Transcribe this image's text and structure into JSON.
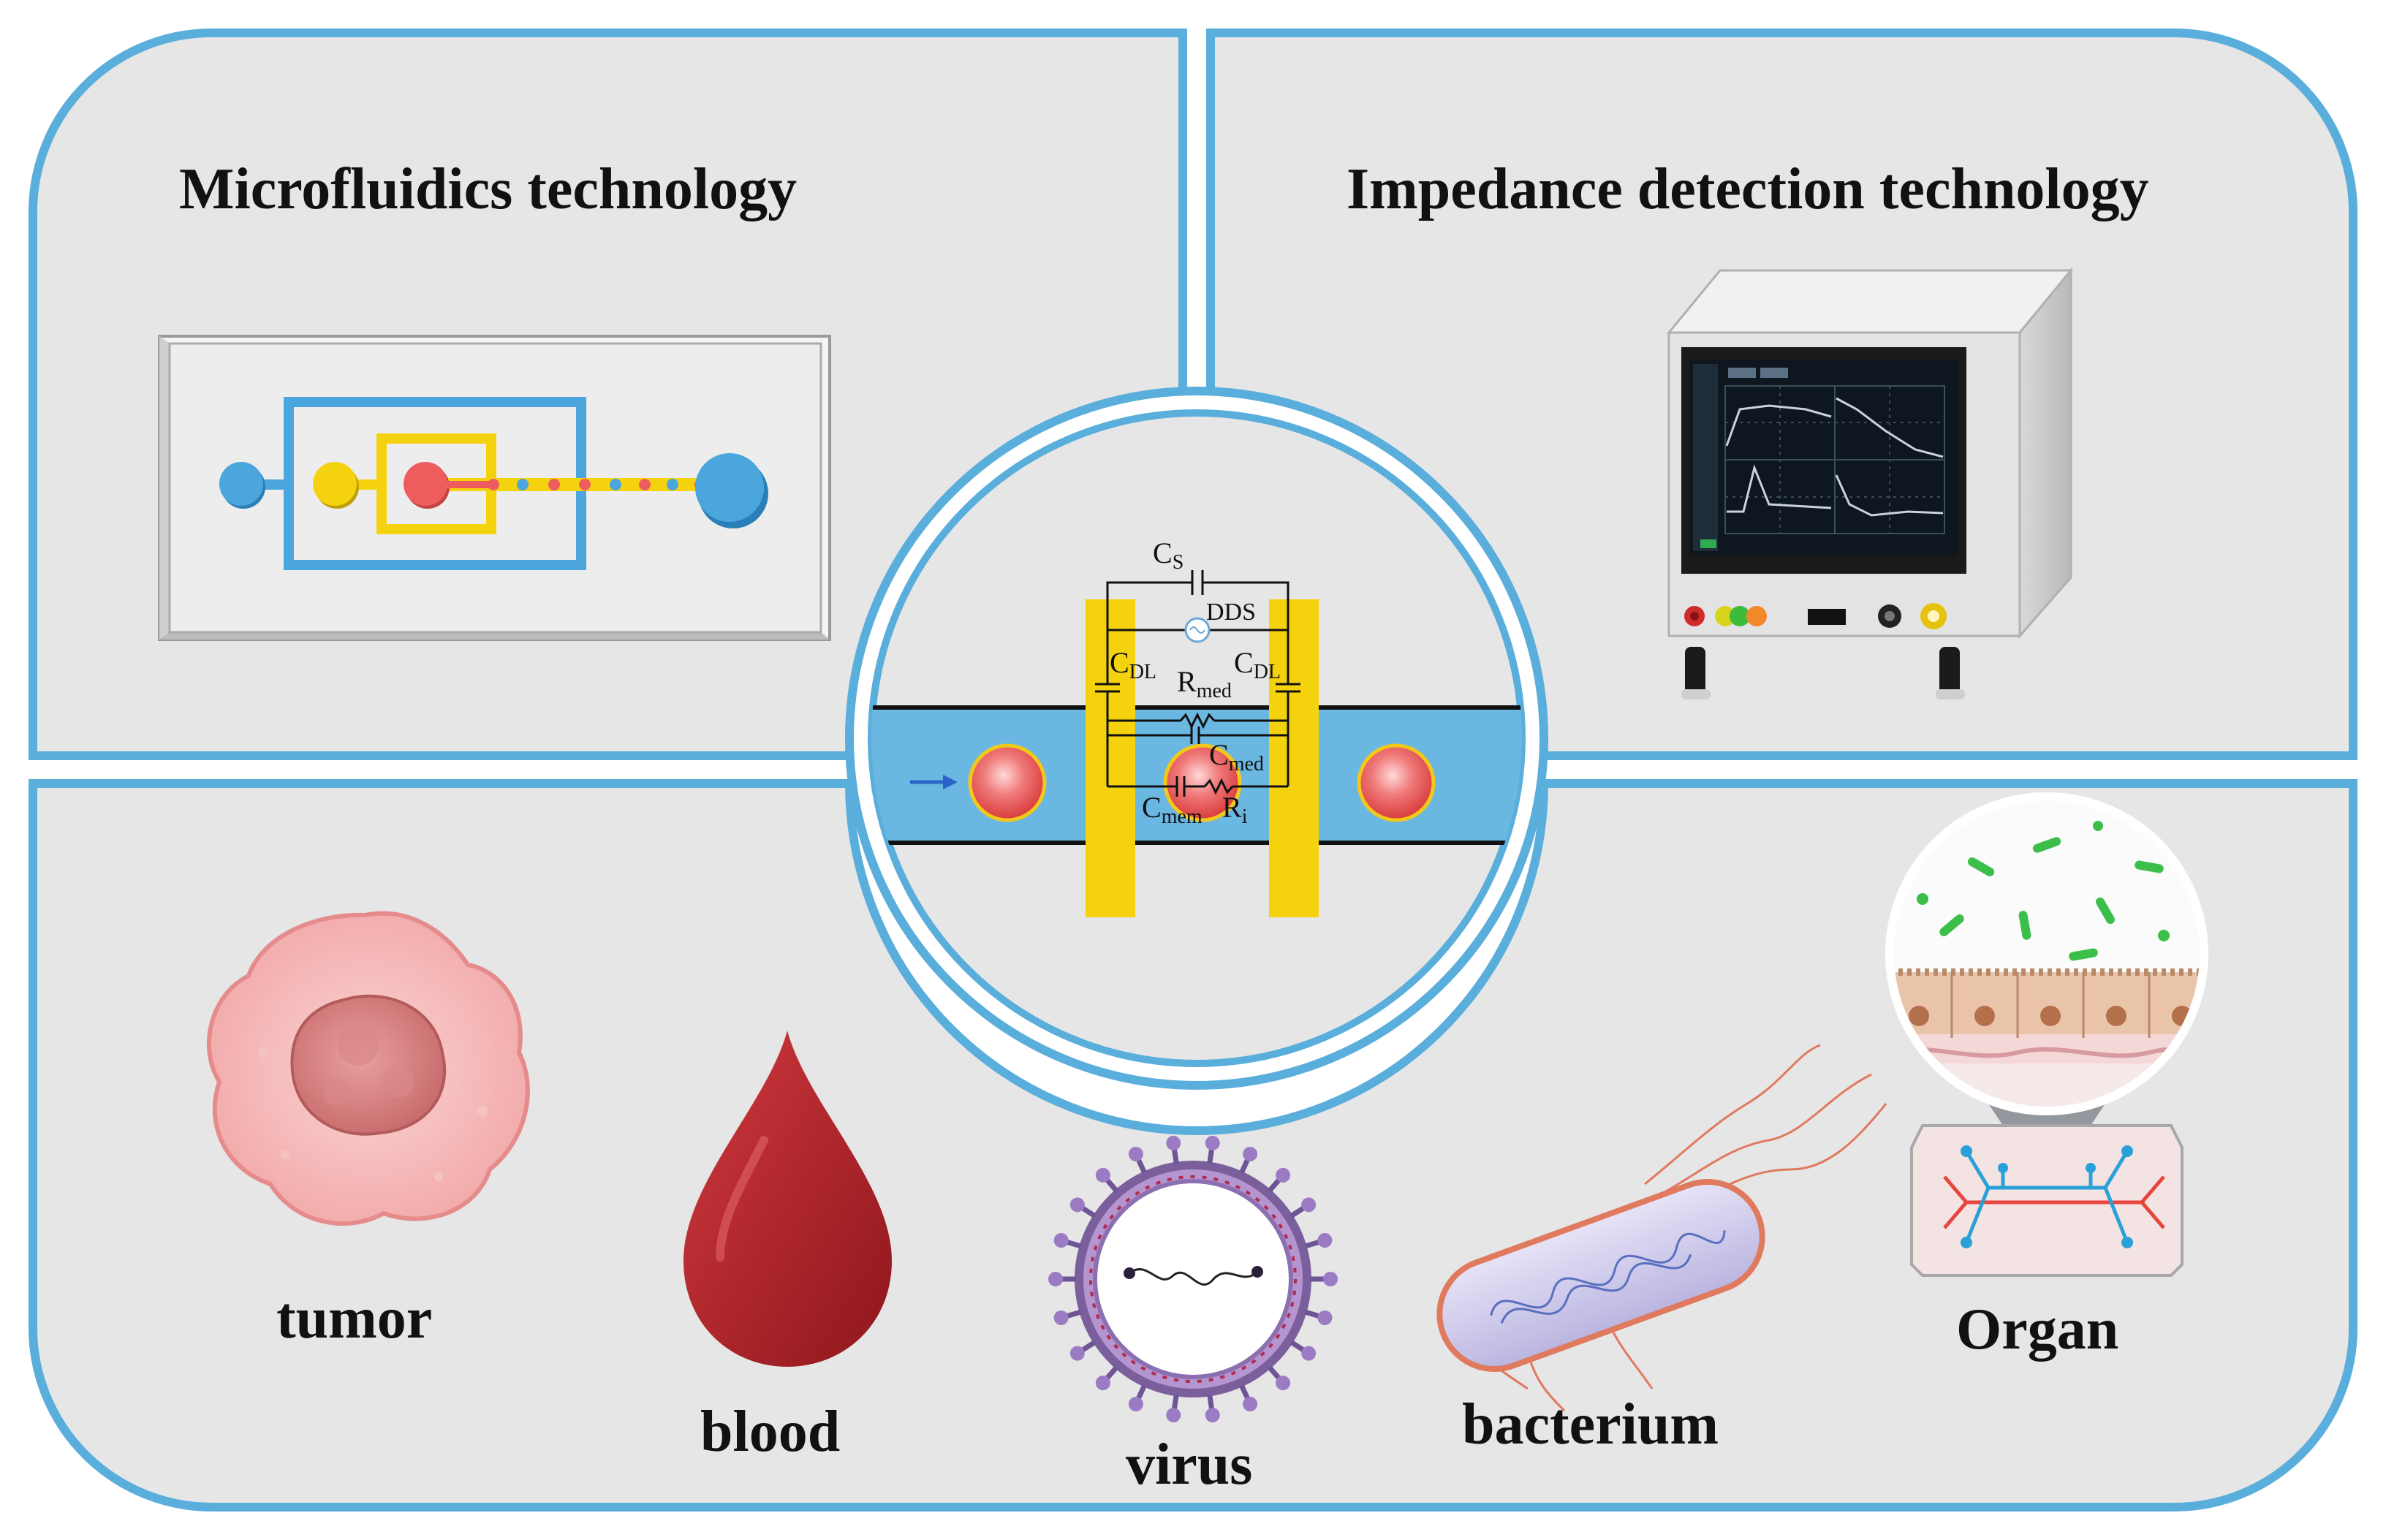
{
  "panels": {
    "top_left_title": "Microfluidics technology",
    "top_right_title": "Impedance detection technology"
  },
  "circuit": {
    "cs": {
      "main": "C",
      "sub": "S"
    },
    "dds": "DDS",
    "cdl_left": {
      "main": "C",
      "sub": "DL"
    },
    "cdl_right": {
      "main": "C",
      "sub": "DL"
    },
    "rmed": {
      "main": "R",
      "sub": "med"
    },
    "cmed": {
      "main": "C",
      "sub": "med"
    },
    "cmem": {
      "main": "C",
      "sub": "mem"
    },
    "ri": {
      "main": "R",
      "sub": "i"
    }
  },
  "samples": {
    "tumor": "tumor",
    "blood": "blood",
    "virus": "virus",
    "bacterium": "bacterium",
    "organ": "Organ"
  },
  "colors": {
    "frame_blue": "#5aaedc",
    "panel_gray": "#e6e6e6",
    "channel_blue": "#6ab7e2",
    "electrode_yellow": "#f5d20e",
    "cell_red": "#ee5d5d",
    "blood_red": "#b3242a"
  }
}
